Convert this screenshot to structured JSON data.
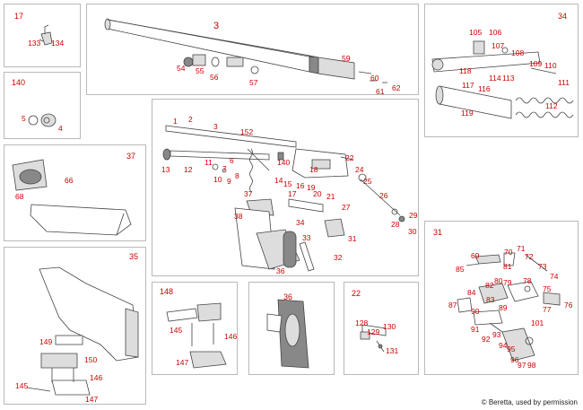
{
  "panels": [
    {
      "title": "17",
      "labels": [
        [
          "133",
          31,
          44
        ],
        [
          "134",
          57,
          44
        ]
      ]
    },
    {
      "title": "140",
      "labels": [
        [
          "5",
          24,
          128
        ],
        [
          "4",
          65,
          139
        ]
      ]
    },
    {
      "title": "3",
      "labels": [
        [
          "54",
          197,
          72
        ],
        [
          "55",
          218,
          75
        ],
        [
          "56",
          234,
          82
        ],
        [
          "57",
          278,
          88
        ],
        [
          "59",
          381,
          61
        ],
        [
          "60",
          413,
          83
        ],
        [
          "61",
          419,
          98
        ],
        [
          "62",
          437,
          94
        ]
      ]
    },
    {
      "title": "34",
      "labels": [
        [
          "105",
          523,
          32
        ],
        [
          "106",
          545,
          32
        ],
        [
          "107",
          548,
          47
        ],
        [
          "108",
          570,
          55
        ],
        [
          "118",
          512,
          75
        ],
        [
          "114",
          545,
          83
        ],
        [
          "113",
          560,
          83
        ],
        [
          "109",
          590,
          67
        ],
        [
          "110",
          607,
          69
        ],
        [
          "117",
          515,
          91
        ],
        [
          "116",
          533,
          95
        ],
        [
          "111",
          622,
          88
        ],
        [
          "112",
          608,
          114
        ],
        [
          "119",
          514,
          122
        ]
      ]
    },
    {
      "title": "37",
      "labels": [
        [
          "66",
          72,
          197
        ],
        [
          "68",
          17,
          215
        ]
      ]
    },
    {
      "title": "",
      "labels": [
        [
          "1",
          193,
          131
        ],
        [
          "2",
          210,
          129
        ],
        [
          "3",
          238,
          137
        ],
        [
          "152",
          268,
          143
        ],
        [
          "6",
          256,
          175
        ],
        [
          "140",
          309,
          177
        ],
        [
          "13",
          180,
          185
        ],
        [
          "12",
          205,
          185
        ],
        [
          "11",
          228,
          177
        ],
        [
          "7",
          248,
          184
        ],
        [
          "10",
          238,
          196
        ],
        [
          "9",
          253,
          198
        ],
        [
          "8",
          262,
          192
        ],
        [
          "22",
          385,
          172
        ],
        [
          "24",
          396,
          185
        ],
        [
          "18",
          345,
          185
        ],
        [
          "25",
          405,
          198
        ],
        [
          "14",
          306,
          197
        ],
        [
          "15",
          316,
          201
        ],
        [
          "16",
          330,
          203
        ],
        [
          "19",
          342,
          205
        ],
        [
          "20",
          349,
          212
        ],
        [
          "21",
          364,
          215
        ],
        [
          "17",
          321,
          212
        ],
        [
          "26",
          423,
          214
        ],
        [
          "27",
          381,
          227
        ],
        [
          "29",
          456,
          236
        ],
        [
          "28",
          436,
          246
        ],
        [
          "30",
          455,
          254
        ],
        [
          "37",
          272,
          212
        ],
        [
          "38",
          261,
          237
        ],
        [
          "34",
          330,
          244
        ],
        [
          "31",
          388,
          262
        ],
        [
          "33",
          337,
          261
        ],
        [
          "32",
          372,
          283
        ],
        [
          "36",
          308,
          298
        ]
      ]
    },
    {
      "title": "31",
      "labels": [
        [
          "69",
          525,
          281
        ],
        [
          "70",
          562,
          277
        ],
        [
          "71",
          576,
          273
        ],
        [
          "72",
          585,
          282
        ],
        [
          "85",
          508,
          296
        ],
        [
          "81",
          561,
          293
        ],
        [
          "73",
          600,
          293
        ],
        [
          "74",
          613,
          304
        ],
        [
          "78",
          583,
          309
        ],
        [
          "82",
          541,
          314
        ],
        [
          "80",
          551,
          309
        ],
        [
          "79",
          561,
          311
        ],
        [
          "75",
          605,
          318
        ],
        [
          "84",
          521,
          322
        ],
        [
          "83",
          542,
          330
        ],
        [
          "76",
          629,
          336
        ],
        [
          "87",
          500,
          336
        ],
        [
          "89",
          556,
          339
        ],
        [
          "90",
          525,
          343
        ],
        [
          "77",
          605,
          341
        ],
        [
          "101",
          592,
          356
        ],
        [
          "91",
          525,
          363
        ],
        [
          "93",
          549,
          369
        ],
        [
          "92",
          537,
          374
        ],
        [
          "94",
          556,
          381
        ],
        [
          "95",
          565,
          385
        ],
        [
          "96",
          569,
          397
        ],
        [
          "97",
          577,
          403
        ],
        [
          "98",
          588,
          403
        ]
      ]
    },
    {
      "title": "35",
      "labels": [
        [
          "149",
          44,
          377
        ],
        [
          "150",
          94,
          397
        ],
        [
          "146",
          100,
          417
        ],
        [
          "145",
          17,
          426
        ],
        [
          "147",
          95,
          441
        ]
      ]
    },
    {
      "title": "148",
      "labels": [
        [
          "145",
          189,
          364
        ],
        [
          "146",
          250,
          371
        ],
        [
          "147",
          196,
          400
        ]
      ]
    },
    {
      "title": "36",
      "labels": []
    },
    {
      "title": "22",
      "labels": [
        [
          "128",
          396,
          356
        ],
        [
          "130",
          427,
          360
        ],
        [
          "129",
          409,
          366
        ],
        [
          "131",
          430,
          387
        ]
      ]
    }
  ],
  "copyright": "© Beretta, used by permission"
}
